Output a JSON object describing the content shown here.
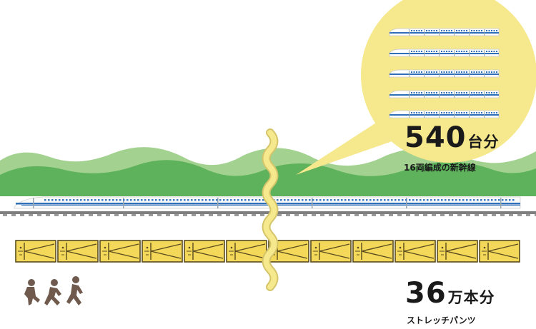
{
  "trains": {
    "count_number": "540",
    "count_unit": "台分",
    "caption": "16両編成の新幹線"
  },
  "pants": {
    "count_number": "36",
    "count_unit": "万本分",
    "caption": "ストレッチパンツ"
  },
  "colors": {
    "hill_light": "#a3d290",
    "hill_dark": "#5fb25c",
    "bubble": "#f6e88c",
    "pants": "#f3d85a",
    "pants_outline": "#5a4b1f",
    "runner": "#6f5a4d",
    "rail": "#8a8a8a",
    "wavy_break": "#f6e88c"
  },
  "icons": {
    "train": "shinkansen-icon",
    "pants": "folded-pants-icon",
    "people": "running-people-icon"
  }
}
